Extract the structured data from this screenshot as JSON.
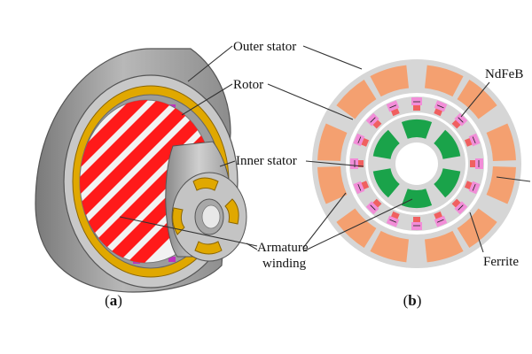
{
  "figure": {
    "panel_a": {
      "caption_open": "(",
      "caption_letter": "a",
      "caption_close": ")"
    },
    "panel_b": {
      "caption_open": "(",
      "caption_letter": "b",
      "caption_close": ")"
    },
    "labels": {
      "outer_stator": "Outer stator",
      "rotor": "Rotor",
      "inner_stator": "Inner stator",
      "armature_line1": "Armature",
      "armature_line2": "winding",
      "ndfeb": "NdFeB",
      "ferrite": "Ferrite"
    },
    "colors": {
      "stator_gray": "#d6d6d6",
      "outer_winding": "#f4a070",
      "inner_winding": "#1aa34a",
      "ndfeb": "#f28dd8",
      "ferrite": "#f06060",
      "cylinder_gray": "#9a9a9a",
      "gold_winding": "#e0a800",
      "rotor_red": "#ff1a1a"
    }
  }
}
